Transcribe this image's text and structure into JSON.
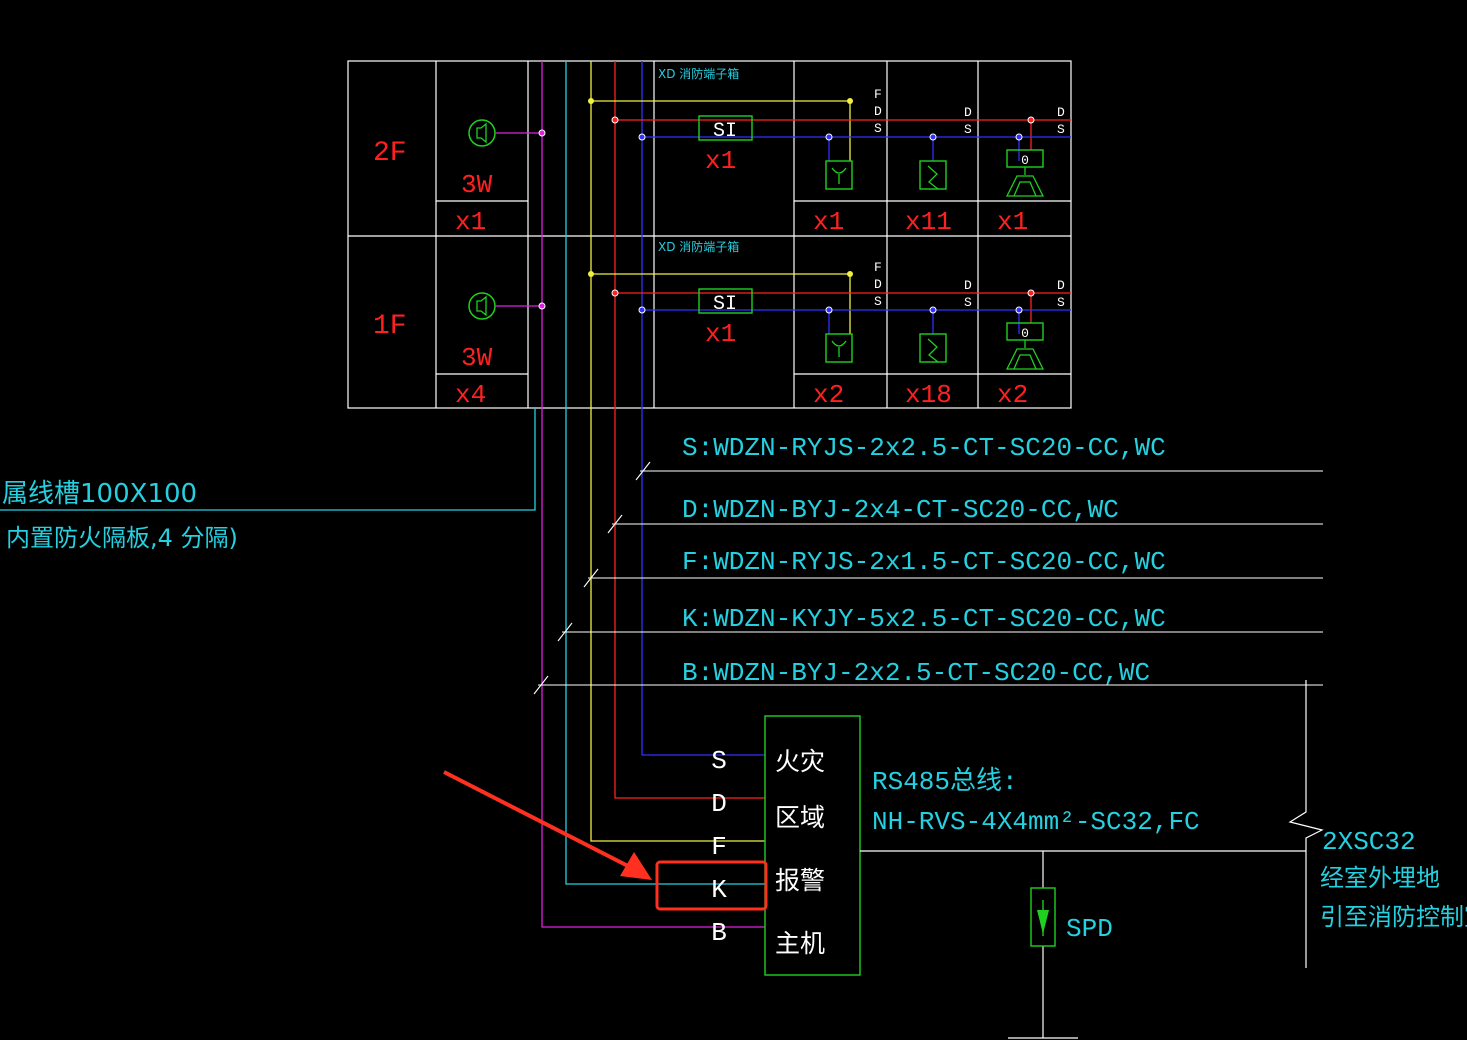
{
  "colors": {
    "grid": "#ffffff",
    "red": "#ff2020",
    "green": "#20d020",
    "cyan": "#25d0e0",
    "yellow": "#f0f040",
    "blue": "#3030ff",
    "magenta": "#e020e0",
    "arrow": "#ff3020"
  },
  "floors": [
    {
      "label": "2F",
      "speaker_power": "3W",
      "speaker_count": "x1",
      "box_label": "XD  消防端子箱",
      "si_label": "SI",
      "si_count": "x1",
      "fds_letters": [
        "F",
        "D",
        "S"
      ],
      "ds_letters_a": [
        "D",
        "S"
      ],
      "ds_letters_b": [
        "D",
        "S"
      ],
      "module_label": "0",
      "count_manual": "x1",
      "count_smoke": "x11",
      "count_module": "x1"
    },
    {
      "label": "1F",
      "speaker_power": "3W",
      "speaker_count": "x4",
      "box_label": "XD  消防端子箱",
      "si_label": "SI",
      "si_count": "x1",
      "fds_letters": [
        "F",
        "D",
        "S"
      ],
      "ds_letters_a": [
        "D",
        "S"
      ],
      "ds_letters_b": [
        "D",
        "S"
      ],
      "module_label": "0",
      "count_manual": "x2",
      "count_smoke": "x18",
      "count_module": "x2"
    }
  ],
  "trunk_note": {
    "line1": "属线槽100X100",
    "line2": "内置防火隔板,4 分隔)"
  },
  "cables": [
    "S:WDZN-RYJS-2x2.5-CT-SC20-CC,WC",
    "D:WDZN-BYJ-2x4-CT-SC20-CC,WC",
    "F:WDZN-RYJS-2x1.5-CT-SC20-CC,WC",
    "K:WDZN-KYJY-5x2.5-CT-SC20-CC,WC",
    "B:WDZN-BYJ-2x2.5-CT-SC20-CC,WC"
  ],
  "panel": {
    "terminals": [
      "S",
      "D",
      "F",
      "K",
      "B"
    ],
    "name_chars": [
      "火灾",
      "区域",
      "报警",
      "主机"
    ]
  },
  "bus": {
    "line1": "RS485总线:",
    "line2": "NH-RVS-4X4mm²-SC32,FC"
  },
  "outdoor": {
    "line1": "2XSC32",
    "line2": "经室外埋地",
    "line3": "引至消防控制室"
  },
  "spd_label": "SPD"
}
